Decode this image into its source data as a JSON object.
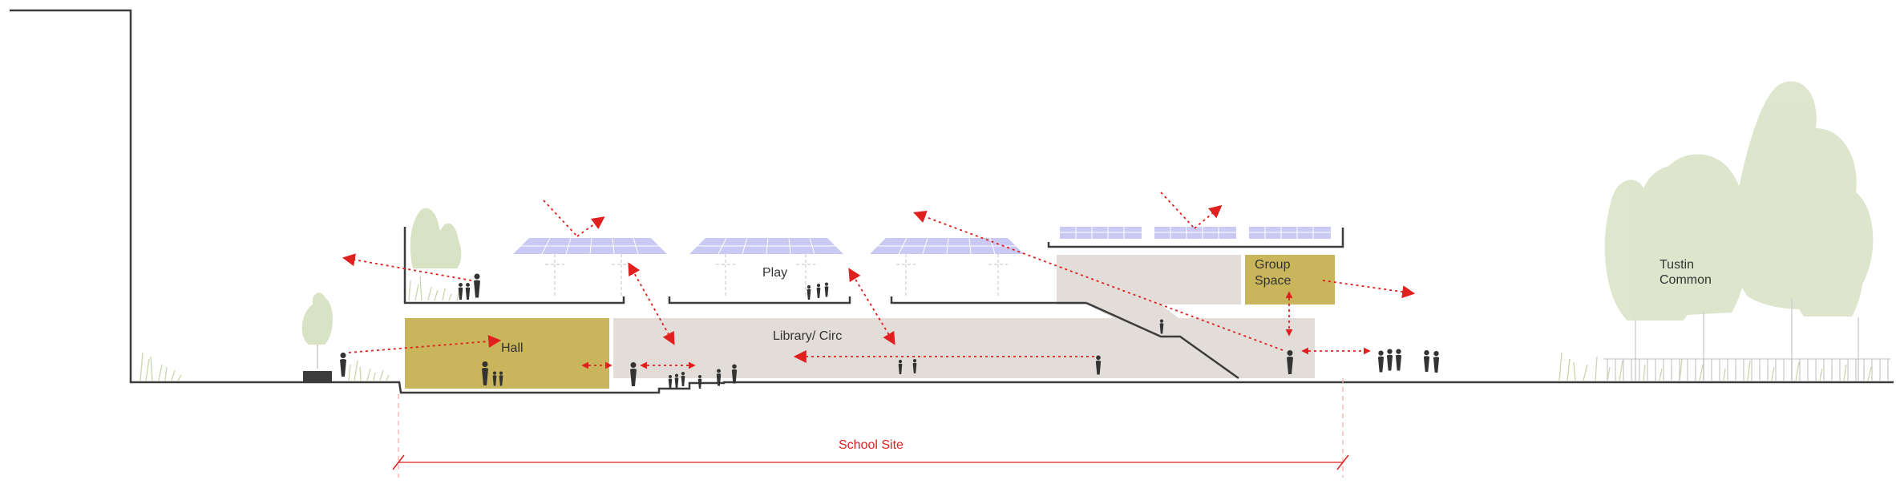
{
  "labels": {
    "hall": "Hall",
    "play": "Play",
    "library": "Library/ Circ",
    "group_space_line1": "Group",
    "group_space_line2": "Space",
    "common_line1": "Tustin",
    "common_line2": "Common",
    "school_site": "School Site"
  },
  "colors": {
    "line": "#3c3c3c",
    "ochre": "#c9b55c",
    "grey_fill": "#e3ddd9",
    "arrow": "#e0201f",
    "solar_panel": "#c9c9f4",
    "solar_grid": "#ffffff",
    "tree": "#d8e2c4",
    "grass": "#c7d6ad",
    "figure": "#333333"
  },
  "icons": [
    "person-figure-icon",
    "tree-icon",
    "solar-panel-icon",
    "flow-arrow-icon"
  ]
}
